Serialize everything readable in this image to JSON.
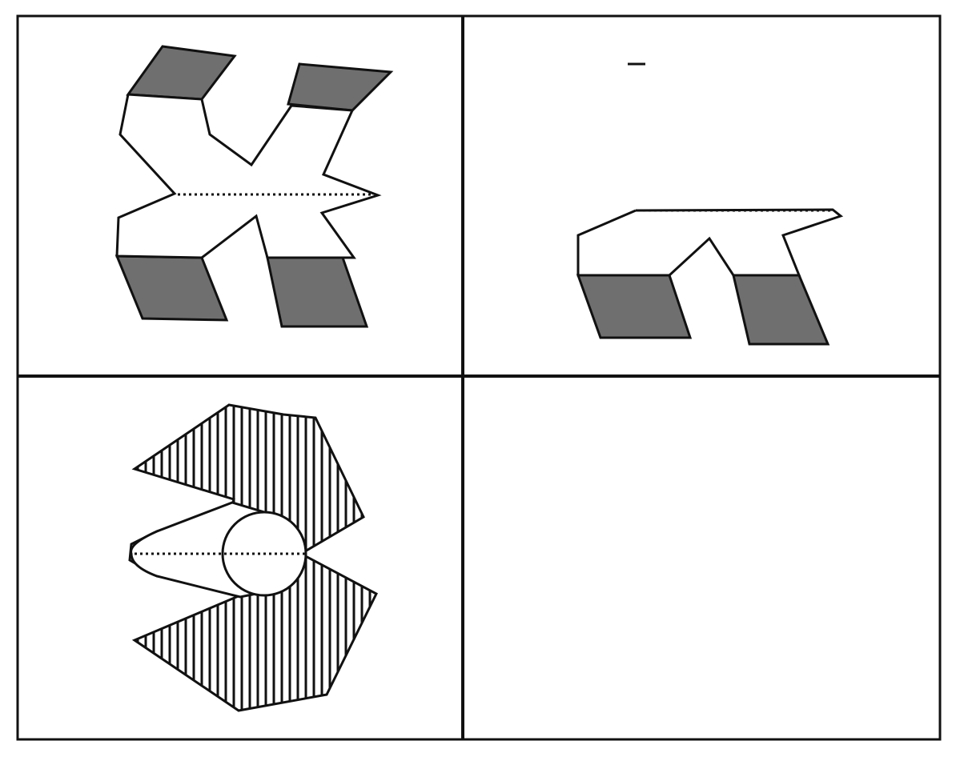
{
  "figure": {
    "background": "#ffffff",
    "grid_line_color": "#111111",
    "grid_rows": 2,
    "grid_cols": 2,
    "panels": [
      {
        "name": "top-left",
        "content": "folding-figure-solid-shade",
        "fold_line": "dotted-horizontal"
      },
      {
        "name": "top-right",
        "content": "half-figure-solid-shade",
        "fold_line": "dotted-horizontal"
      },
      {
        "name": "bottom-left",
        "content": "folding-figure-vertical-hatch-with-circle",
        "fold_line": "dotted-horizontal"
      },
      {
        "name": "bottom-right",
        "content": "empty"
      }
    ],
    "colors": {
      "solid_shade": "#6f6f6f",
      "outline": "#111111",
      "hatch": "#111111"
    },
    "cut_header_text": ""
  }
}
